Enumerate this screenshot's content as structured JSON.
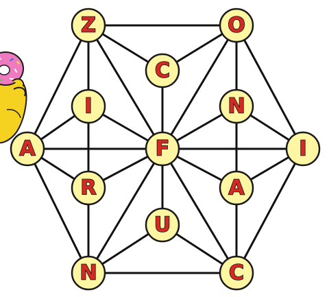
{
  "puzzle": {
    "nodes": [
      {
        "id": "n-top-left",
        "letter": "Z"
      },
      {
        "id": "n-top-right",
        "letter": "O"
      },
      {
        "id": "n-upper-center",
        "letter": "C"
      },
      {
        "id": "n-inner-left-up",
        "letter": "I"
      },
      {
        "id": "n-inner-right-up",
        "letter": "N"
      },
      {
        "id": "n-left",
        "letter": "A"
      },
      {
        "id": "n-center",
        "letter": "F"
      },
      {
        "id": "n-right",
        "letter": "I"
      },
      {
        "id": "n-inner-left-down",
        "letter": "R"
      },
      {
        "id": "n-inner-right-down",
        "letter": "A"
      },
      {
        "id": "n-lower-center",
        "letter": "U"
      },
      {
        "id": "n-bottom-left",
        "letter": "N"
      },
      {
        "id": "n-bottom-right",
        "letter": "C"
      }
    ]
  },
  "colors": {
    "node_fill": "#fff6a3",
    "letter": "#d42a25",
    "edge": "#111111"
  },
  "decoration": {
    "icon": "donut-mascot-icon"
  }
}
